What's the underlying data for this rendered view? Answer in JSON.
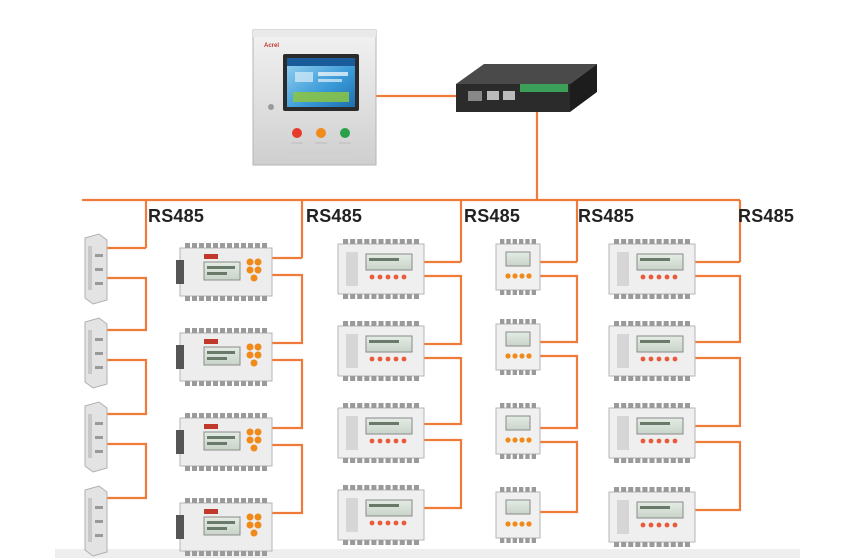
{
  "diagram": {
    "bus_label": "RS485",
    "cable_color": "#f07a3a",
    "display_panel": {
      "brand": "Acrel",
      "button_colors": [
        "#e83a2a",
        "#f08a1a",
        "#2aa04a"
      ]
    },
    "gateway": {
      "body_color": "#2b2b2b",
      "terminal_color": "#3aa05a"
    },
    "columns": [
      {
        "kind": "rail-module",
        "count": 4
      },
      {
        "kind": "lcd-keypad-meter",
        "count": 4
      },
      {
        "kind": "wide-monitor",
        "count": 4
      },
      {
        "kind": "compact-meter",
        "count": 4
      },
      {
        "kind": "wide-monitor",
        "count": 4
      }
    ]
  }
}
